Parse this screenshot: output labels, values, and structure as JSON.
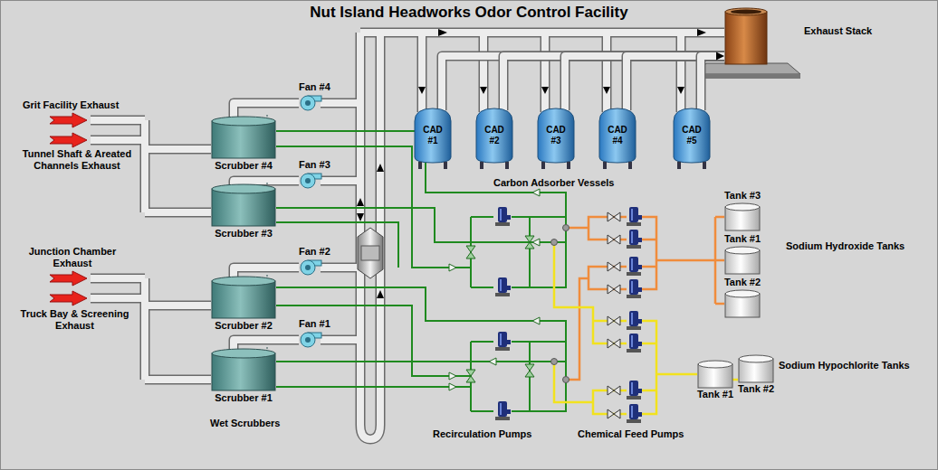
{
  "diagram": {
    "title": "Nut Island Headworks Odor Control Facility",
    "nodes": [
      {
        "text": [
          "Scrubber #4"
        ]
      },
      {
        "text": [
          "Scrubber #3"
        ]
      },
      {
        "text": [
          "Scrubber #2"
        ]
      },
      {
        "text": [
          "Scrubber #1"
        ]
      },
      {
        "text": [
          "Fan #4"
        ]
      },
      {
        "text": [
          "Fan #3"
        ]
      },
      {
        "text": [
          "Fan #2"
        ]
      },
      {
        "text": [
          "Fan #1"
        ]
      },
      {
        "text": [
          "CAD #1"
        ]
      },
      {
        "text": [
          "CAD #2"
        ]
      },
      {
        "text": [
          "CAD #3"
        ]
      },
      {
        "text": [
          "CAD #4"
        ]
      },
      {
        "text": [
          "CAD #5"
        ]
      },
      {
        "text": [
          "Exhaust Stack"
        ]
      },
      {
        "text": [
          "Tank #3"
        ]
      },
      {
        "text": [
          "Tank #1"
        ]
      },
      {
        "text": [
          "Tank #2"
        ]
      },
      {
        "text": [
          "Tank #1"
        ]
      },
      {
        "text": [
          "Tank #2"
        ]
      }
    ],
    "edges": [
      {
        "from": 0,
        "to": 4,
        "arrow": "none"
      },
      {
        "from": 1,
        "to": 5,
        "arrow": "none"
      },
      {
        "from": 2,
        "to": 6,
        "arrow": "none"
      },
      {
        "from": 3,
        "to": 7,
        "arrow": "none"
      },
      {
        "from": 8,
        "to": 13,
        "arrow": "to"
      },
      {
        "from": 9,
        "to": 13,
        "arrow": "to"
      },
      {
        "from": 10,
        "to": 13,
        "arrow": "to"
      },
      {
        "from": 11,
        "to": 13,
        "arrow": "to"
      },
      {
        "from": 12,
        "to": 13,
        "arrow": "to"
      }
    ],
    "labels": [
      "Grit Facility Exhaust",
      "Tunnel Shaft & Areated Channels Exhaust",
      "Junction Chamber Exhaust",
      "Truck Bay & Screening Exhaust",
      "Wet Scrubbers",
      "Carbon Adsorber Vessels",
      "Recirculation Pumps",
      "Chemical Feed Pumps",
      "Sodium Hydroxide Tanks",
      "Sodium Hypochlorite Tanks"
    ]
  }
}
